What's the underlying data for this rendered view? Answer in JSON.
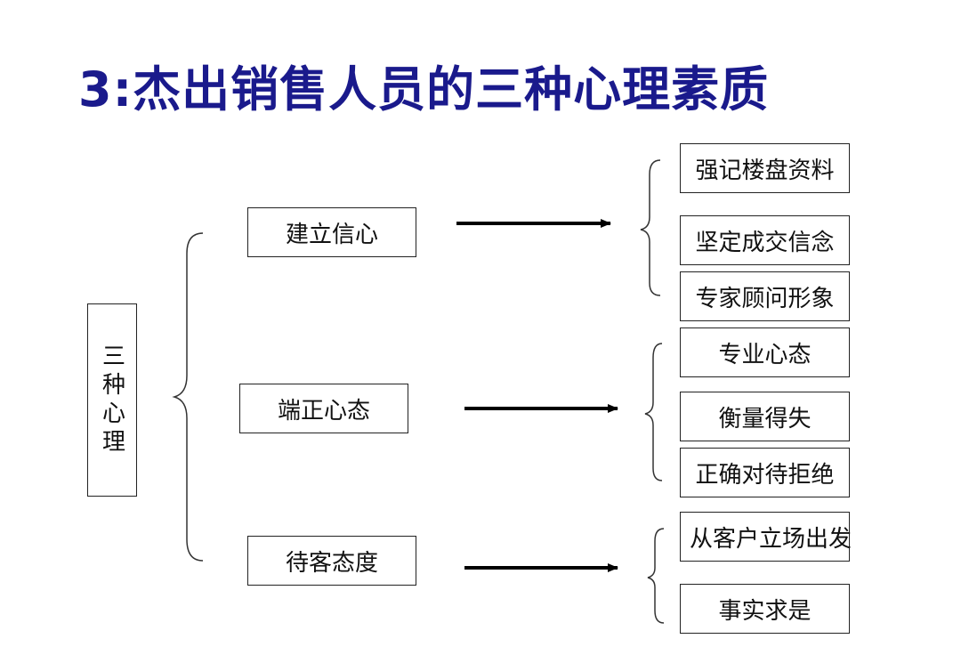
{
  "title": "3:杰出销售人员的三种心理素质",
  "root": {
    "label": "三种心理"
  },
  "categories": [
    {
      "label": "建立信心",
      "items": [
        "强记楼盘资料",
        "坚定成交信念",
        "专家顾问形象"
      ]
    },
    {
      "label": "端正心态",
      "items": [
        "专业心态",
        "衡量得失",
        "正确对待拒绝"
      ]
    },
    {
      "label": "待客态度",
      "items": [
        "从客户立场出发",
        "事实求是"
      ]
    }
  ]
}
